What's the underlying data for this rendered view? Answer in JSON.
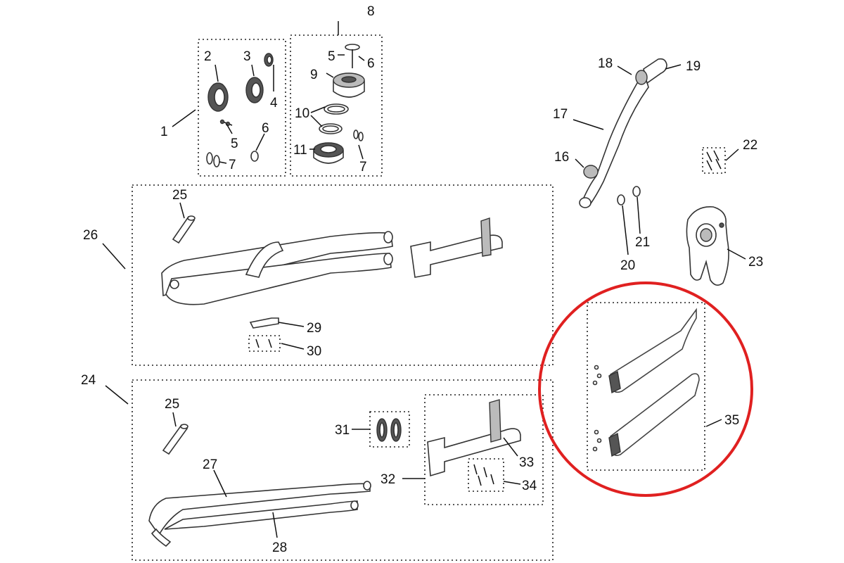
{
  "diagram": {
    "highlight_color": "#e02020",
    "labels": {
      "l1": "1",
      "l2": "2",
      "l3": "3",
      "l4": "4",
      "l5a": "5",
      "l6a": "6",
      "l7a": "7",
      "l8": "8",
      "l5b": "5",
      "l6b": "6",
      "l9": "9",
      "l10": "10",
      "l11": "11",
      "l7b": "7",
      "l16": "16",
      "l17": "17",
      "l18": "18",
      "l19": "19",
      "l20": "20",
      "l21": "21",
      "l22": "22",
      "l23": "23",
      "l24": "24",
      "l25a": "25",
      "l25b": "25",
      "l26": "26",
      "l27": "27",
      "l28": "28",
      "l29": "29",
      "l30": "30",
      "l31": "31",
      "l32": "32",
      "l33": "33",
      "l34": "34",
      "l35": "35"
    }
  }
}
